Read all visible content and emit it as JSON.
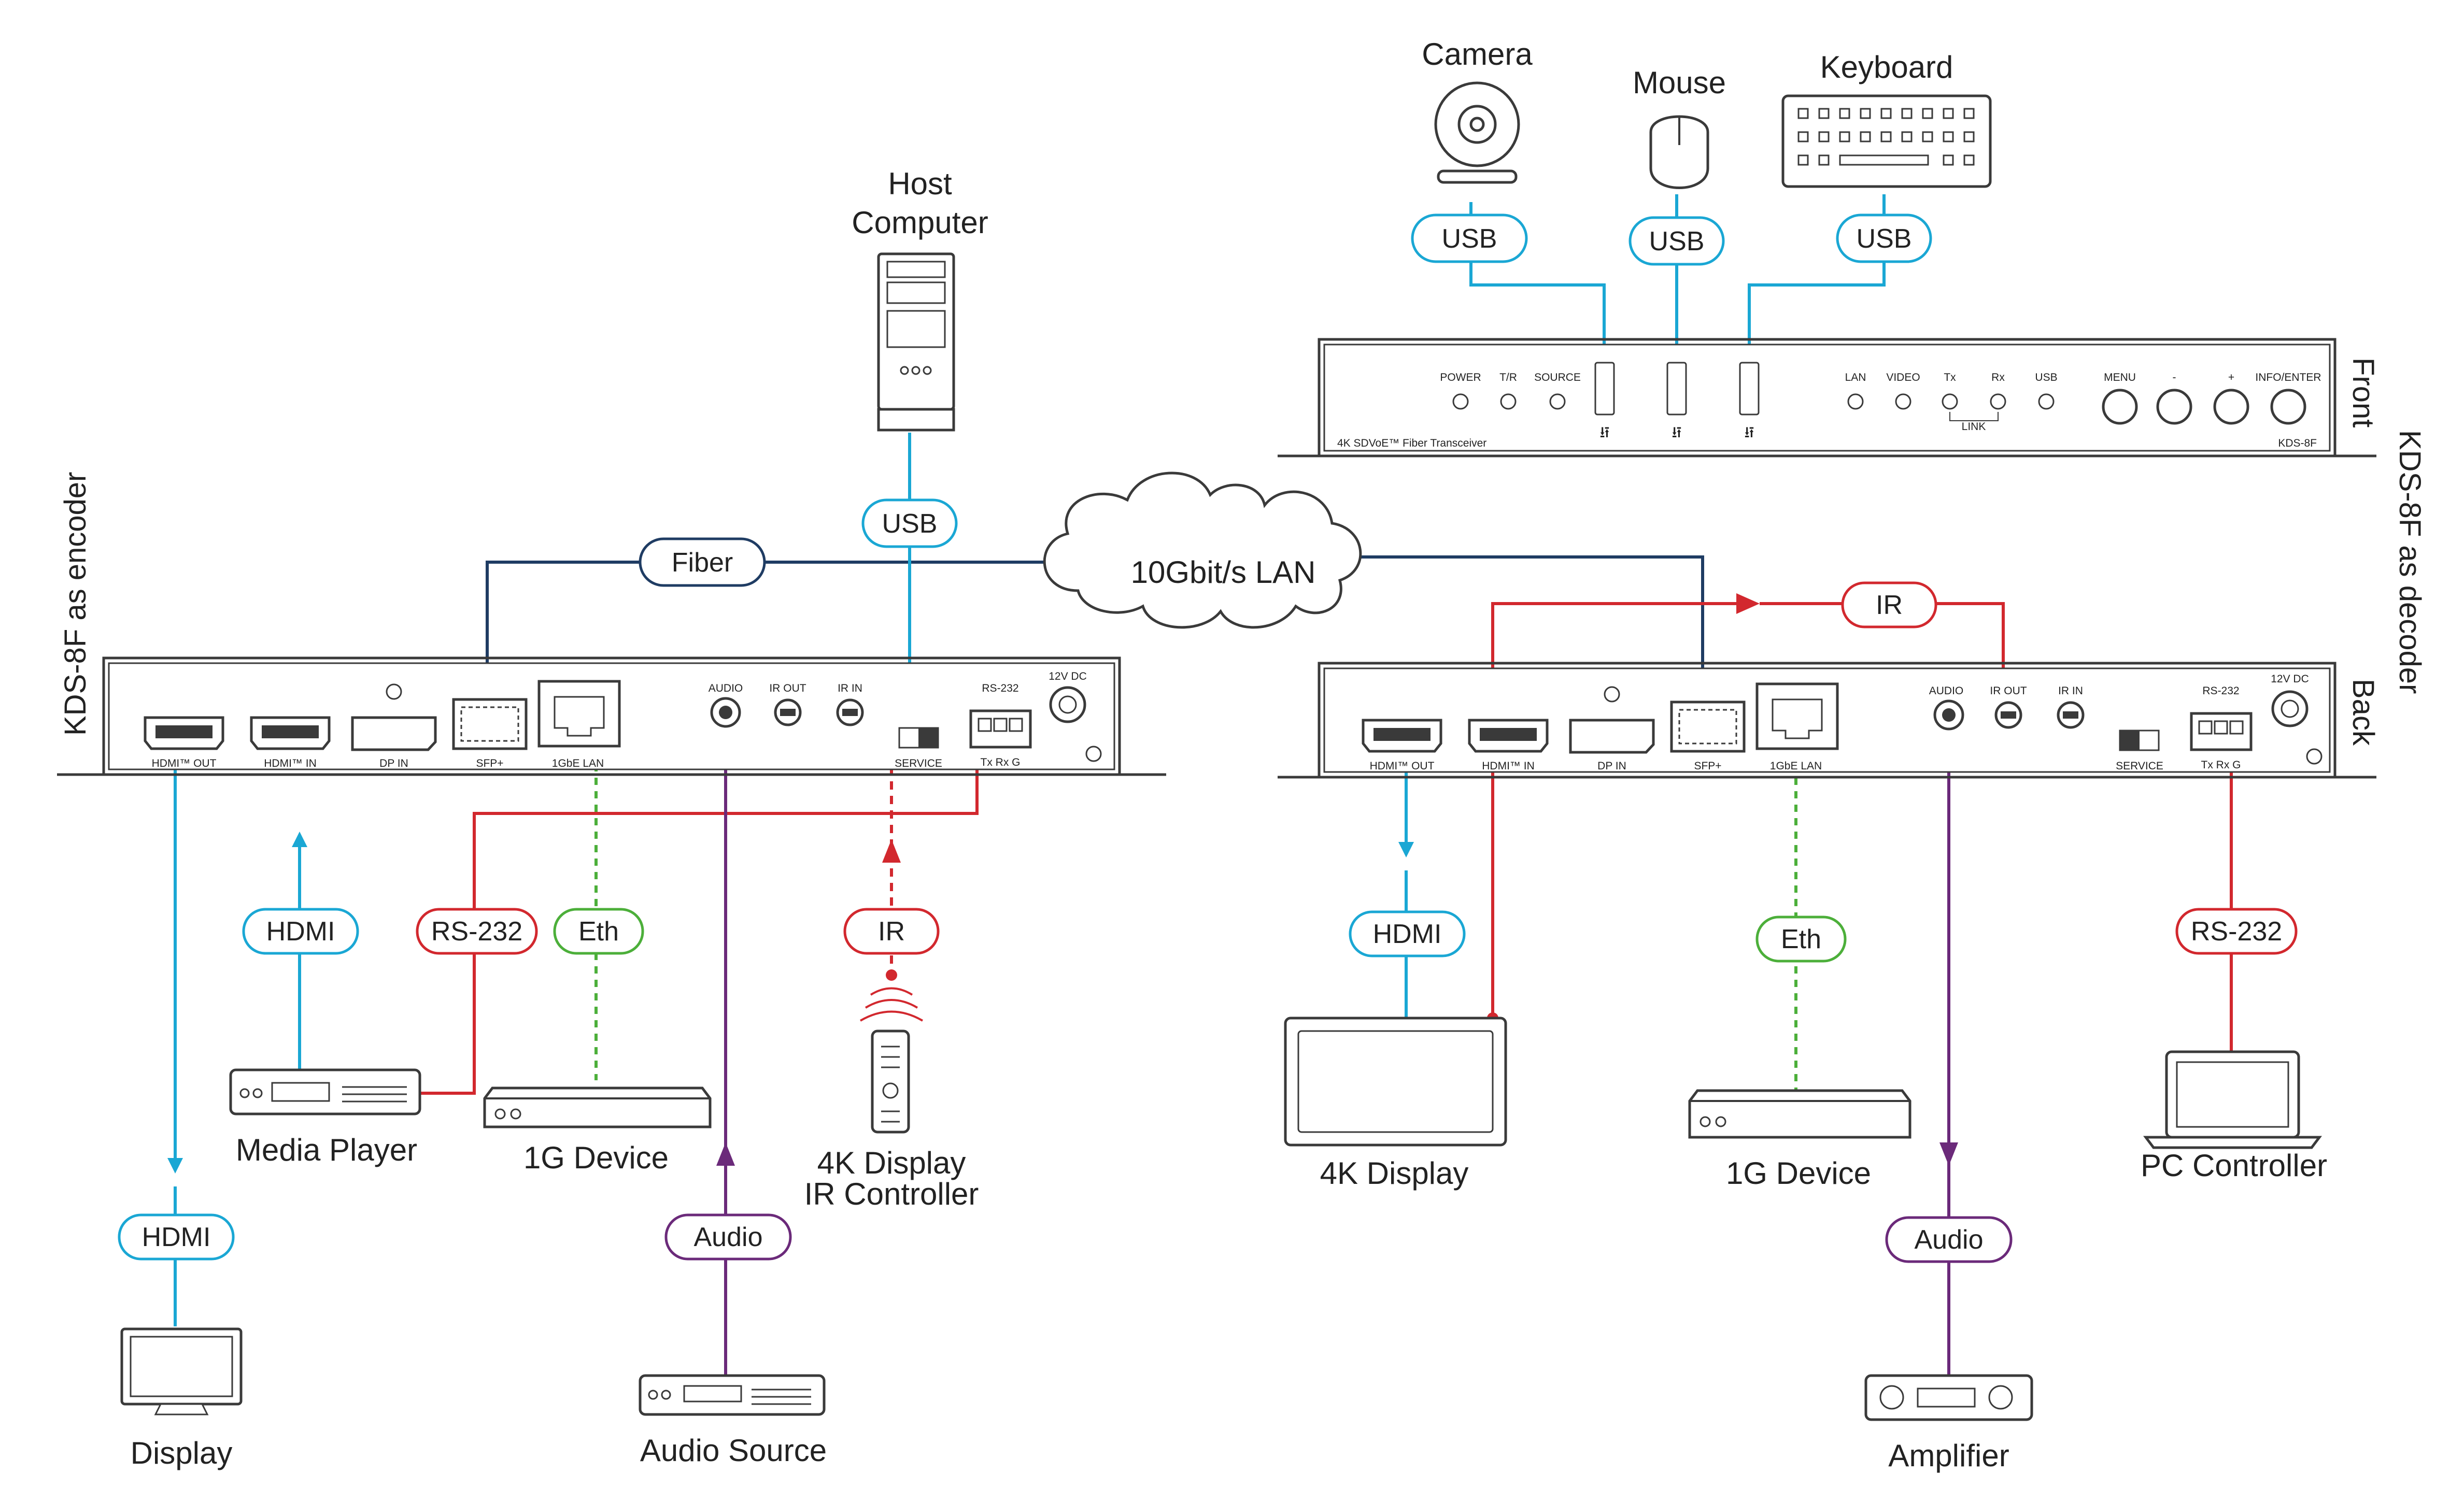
{
  "diagram": {
    "side_labels": {
      "encoder": "KDS-8F as encoder",
      "decoder": "KDS-8F as decoder",
      "front": "Front",
      "back": "Back"
    },
    "network": {
      "cloud": "10Gbit/s LAN"
    },
    "top_devices": {
      "host": "Host",
      "host2": "Computer",
      "camera": "Camera",
      "mouse": "Mouse",
      "keyboard": "Keyboard"
    },
    "front_panel": {
      "led_labels": [
        "POWER",
        "T/R",
        "SOURCE",
        "LAN",
        "VIDEO",
        "Tx",
        "Rx",
        "USB"
      ],
      "link_label": "LINK",
      "button_labels": [
        "MENU",
        "-",
        "+",
        "INFO/ENTER"
      ],
      "model_text": "4K SDVoE™ Fiber Transceiver",
      "model_id": "KDS-8F"
    },
    "back_panel": {
      "ports": [
        "HDMI™ OUT",
        "HDMI™ IN",
        "DP IN",
        "SFP+",
        "1GbE LAN",
        "AUDIO",
        "IR OUT",
        "IR IN",
        "SERVICE",
        "RS-232",
        "Tx Rx G",
        "12V DC"
      ]
    },
    "pills": {
      "usb": "USB",
      "fiber": "Fiber",
      "hdmi": "HDMI",
      "rs232": "RS-232",
      "eth": "Eth",
      "ir": "IR",
      "audio": "Audio"
    },
    "encoder_devices": {
      "display": "Display",
      "media_player": "Media Player",
      "g1": "1G Device",
      "ir_controller_1": "4K Display",
      "ir_controller_2": "IR Controller",
      "audio_source": "Audio Source"
    },
    "decoder_devices": {
      "display4k": "4K Display",
      "g1": "1G Device",
      "amplifier": "Amplifier",
      "pc": "PC Controller"
    },
    "colors": {
      "usb": "#1aa7d4",
      "fiber": "#1f3c63",
      "rs232": "#d2282e",
      "eth": "#4caf3a",
      "audio": "#6b2a7a"
    }
  }
}
